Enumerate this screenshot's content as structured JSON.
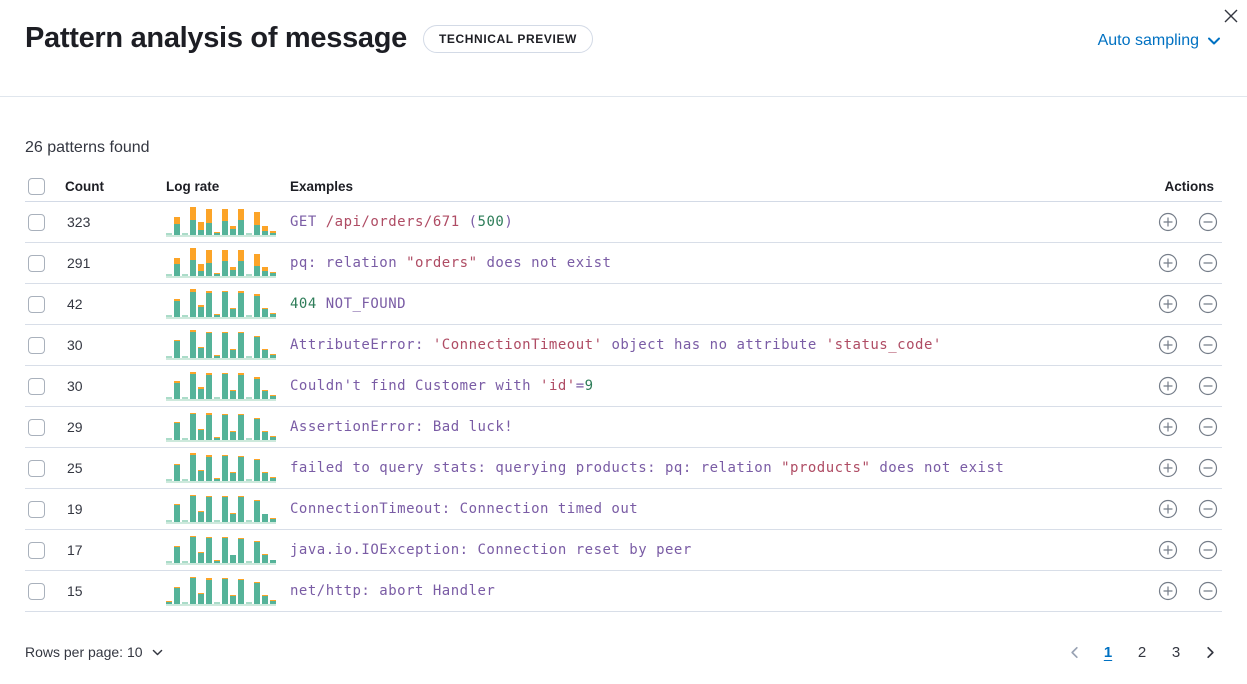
{
  "header": {
    "title": "Pattern analysis of message",
    "badge": "TECHNICAL PREVIEW",
    "sampling_label": "Auto sampling"
  },
  "summary": "26 patterns found",
  "table": {
    "columns": {
      "count": "Count",
      "log_rate": "Log rate",
      "examples": "Examples",
      "actions": "Actions"
    },
    "rows": [
      {
        "count": "323",
        "bars": [
          [
            2,
            0
          ],
          [
            11,
            7
          ],
          [
            2,
            0
          ],
          [
            15,
            13
          ],
          [
            5,
            8
          ],
          [
            12,
            14
          ],
          [
            2,
            1
          ],
          [
            14,
            12
          ],
          [
            6,
            3
          ],
          [
            15,
            11
          ],
          [
            2,
            0
          ],
          [
            10,
            13
          ],
          [
            4,
            5
          ],
          [
            2,
            2
          ]
        ],
        "example": [
          {
            "t": "GET ",
            "c": "purple"
          },
          {
            "t": "/api/orders/671",
            "c": "red"
          },
          {
            "t": " (",
            "c": "purple"
          },
          {
            "t": "500",
            "c": "green"
          },
          {
            "t": ")",
            "c": "purple"
          }
        ]
      },
      {
        "count": "291",
        "bars": [
          [
            2,
            0
          ],
          [
            12,
            6
          ],
          [
            2,
            0
          ],
          [
            16,
            12
          ],
          [
            5,
            7
          ],
          [
            13,
            13
          ],
          [
            2,
            1
          ],
          [
            15,
            11
          ],
          [
            6,
            3
          ],
          [
            15,
            11
          ],
          [
            2,
            0
          ],
          [
            10,
            12
          ],
          [
            5,
            4
          ],
          [
            3,
            1
          ]
        ],
        "example": [
          {
            "t": "pq: relation ",
            "c": "purple"
          },
          {
            "t": "\"orders\"",
            "c": "red"
          },
          {
            "t": " does not exist",
            "c": "purple"
          }
        ]
      },
      {
        "count": "42",
        "bars": [
          [
            2,
            0
          ],
          [
            16,
            2
          ],
          [
            2,
            0
          ],
          [
            25,
            3
          ],
          [
            10,
            2
          ],
          [
            24,
            2
          ],
          [
            2,
            1
          ],
          [
            25,
            1
          ],
          [
            8,
            1
          ],
          [
            24,
            2
          ],
          [
            2,
            0
          ],
          [
            21,
            2
          ],
          [
            8,
            1
          ],
          [
            3,
            1
          ]
        ],
        "example": [
          {
            "t": "404",
            "c": "green"
          },
          {
            "t": " NOT_FOUND",
            "c": "purple"
          }
        ]
      },
      {
        "count": "30",
        "bars": [
          [
            2,
            0
          ],
          [
            17,
            1
          ],
          [
            2,
            0
          ],
          [
            26,
            2
          ],
          [
            10,
            1
          ],
          [
            25,
            1
          ],
          [
            2,
            1
          ],
          [
            25,
            1
          ],
          [
            8,
            1
          ],
          [
            25,
            1
          ],
          [
            2,
            0
          ],
          [
            21,
            1
          ],
          [
            8,
            1
          ],
          [
            3,
            1
          ]
        ],
        "example": [
          {
            "t": "AttributeError: ",
            "c": "purple"
          },
          {
            "t": "'ConnectionTimeout'",
            "c": "red"
          },
          {
            "t": " object has no attribute ",
            "c": "purple"
          },
          {
            "t": "'status_code'",
            "c": "red"
          }
        ]
      },
      {
        "count": "30",
        "bars": [
          [
            2,
            0
          ],
          [
            16,
            2
          ],
          [
            2,
            0
          ],
          [
            25,
            2
          ],
          [
            10,
            2
          ],
          [
            24,
            2
          ],
          [
            2,
            0
          ],
          [
            25,
            1
          ],
          [
            8,
            1
          ],
          [
            24,
            2
          ],
          [
            2,
            0
          ],
          [
            20,
            2
          ],
          [
            8,
            1
          ],
          [
            3,
            1
          ]
        ],
        "example": [
          {
            "t": "Couldn't find Customer with ",
            "c": "purple"
          },
          {
            "t": "'id'",
            "c": "red"
          },
          {
            "t": "=",
            "c": "purple"
          },
          {
            "t": "9",
            "c": "green"
          }
        ]
      },
      {
        "count": "29",
        "bars": [
          [
            2,
            0
          ],
          [
            17,
            1
          ],
          [
            2,
            0
          ],
          [
            26,
            1
          ],
          [
            10,
            1
          ],
          [
            25,
            2
          ],
          [
            2,
            1
          ],
          [
            25,
            1
          ],
          [
            8,
            1
          ],
          [
            25,
            1
          ],
          [
            2,
            0
          ],
          [
            21,
            1
          ],
          [
            8,
            1
          ],
          [
            3,
            1
          ]
        ],
        "example": [
          {
            "t": "AssertionError: Bad luck!",
            "c": "purple"
          }
        ]
      },
      {
        "count": "25",
        "bars": [
          [
            2,
            0
          ],
          [
            16,
            1
          ],
          [
            2,
            0
          ],
          [
            26,
            2
          ],
          [
            10,
            1
          ],
          [
            24,
            2
          ],
          [
            2,
            1
          ],
          [
            25,
            1
          ],
          [
            8,
            1
          ],
          [
            24,
            1
          ],
          [
            2,
            0
          ],
          [
            21,
            1
          ],
          [
            8,
            1
          ],
          [
            3,
            1
          ]
        ],
        "example": [
          {
            "t": "failed to query stats: querying products: pq: relation ",
            "c": "purple"
          },
          {
            "t": "\"products\"",
            "c": "red"
          },
          {
            "t": " does not exist",
            "c": "purple"
          }
        ]
      },
      {
        "count": "19",
        "bars": [
          [
            2,
            0
          ],
          [
            17,
            1
          ],
          [
            2,
            0
          ],
          [
            26,
            1
          ],
          [
            10,
            1
          ],
          [
            25,
            1
          ],
          [
            2,
            0
          ],
          [
            25,
            1
          ],
          [
            8,
            1
          ],
          [
            25,
            1
          ],
          [
            2,
            0
          ],
          [
            21,
            1
          ],
          [
            8,
            0
          ],
          [
            3,
            1
          ]
        ],
        "example": [
          {
            "t": "ConnectionTimeout: Connection timed out",
            "c": "purple"
          }
        ]
      },
      {
        "count": "17",
        "bars": [
          [
            2,
            0
          ],
          [
            16,
            1
          ],
          [
            2,
            0
          ],
          [
            26,
            1
          ],
          [
            10,
            1
          ],
          [
            25,
            1
          ],
          [
            2,
            1
          ],
          [
            25,
            1
          ],
          [
            8,
            0
          ],
          [
            24,
            1
          ],
          [
            2,
            0
          ],
          [
            21,
            1
          ],
          [
            8,
            1
          ],
          [
            3,
            0
          ]
        ],
        "example": [
          {
            "t": "java.io.IOException: Connection reset by peer",
            "c": "purple"
          }
        ]
      },
      {
        "count": "15",
        "bars": [
          [
            2,
            1
          ],
          [
            16,
            1
          ],
          [
            2,
            0
          ],
          [
            26,
            1
          ],
          [
            10,
            1
          ],
          [
            24,
            2
          ],
          [
            2,
            0
          ],
          [
            25,
            1
          ],
          [
            8,
            1
          ],
          [
            24,
            1
          ],
          [
            2,
            0
          ],
          [
            21,
            1
          ],
          [
            8,
            1
          ],
          [
            3,
            1
          ]
        ],
        "example": [
          {
            "t": "net/http: abort Handler",
            "c": "purple"
          }
        ]
      }
    ]
  },
  "footer": {
    "rows_per_page_label": "Rows per page: 10",
    "pages": [
      "1",
      "2",
      "3"
    ],
    "active_page": "1"
  },
  "colors": {
    "accent_blue": "#0071C2",
    "bar_teal": "#55B399",
    "bar_teal_light": "#ABDCC9",
    "bar_orange": "#FCA428",
    "code_purple": "#7A5CA5",
    "code_red": "#AF4C64",
    "code_green": "#2E7D59",
    "icon_gray": "#757D89",
    "disabled_gray": "#98A2B3"
  }
}
